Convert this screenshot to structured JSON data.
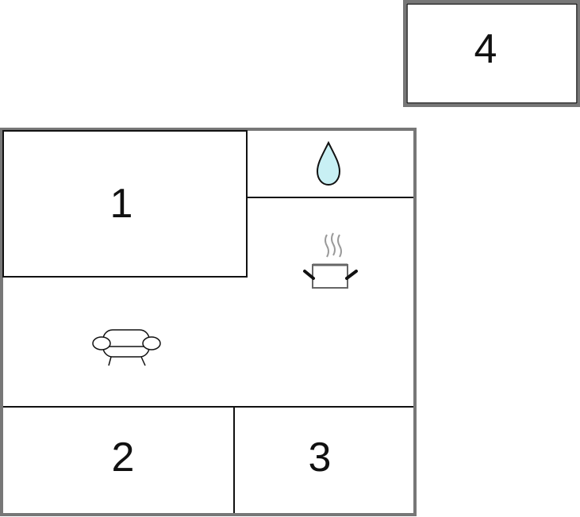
{
  "rooms": [
    {
      "id": "1",
      "label": "1"
    },
    {
      "id": "2",
      "label": "2"
    },
    {
      "id": "3",
      "label": "3"
    },
    {
      "id": "4",
      "label": "4"
    }
  ],
  "icons": {
    "bathroom": "water-drop-icon",
    "kitchen": "cooking-pot-icon",
    "living_room": "sofa-icon"
  },
  "colors": {
    "outer_wall": "#777777",
    "inner_wall": "#111111",
    "water_drop_fill": "#c8f0f4",
    "steam": "#9a9a9a"
  }
}
